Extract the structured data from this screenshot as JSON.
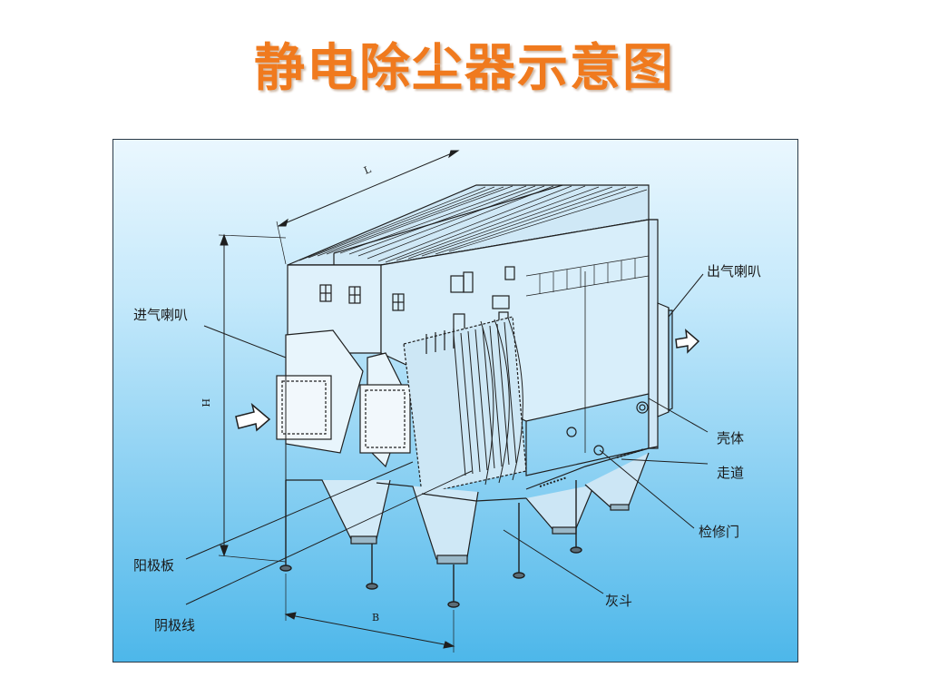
{
  "slide": {
    "title": "静电除尘器示意图"
  },
  "diagram": {
    "labels": {
      "inlet_horn": "进气喇叭",
      "outlet_horn": "出气喇叭",
      "shell": "壳体",
      "walkway": "走道",
      "access_door": "检修门",
      "anode_plate": "阳极板",
      "cathode_wire": "阴极线",
      "ash_hopper": "灰斗"
    },
    "dimensions": {
      "length": "L",
      "height": "H",
      "width": "B"
    },
    "colors": {
      "title": "#f07a1e",
      "background_top": "#eaf7fe",
      "background_bottom": "#4db7ea",
      "linework": "#1f1f1f"
    }
  }
}
